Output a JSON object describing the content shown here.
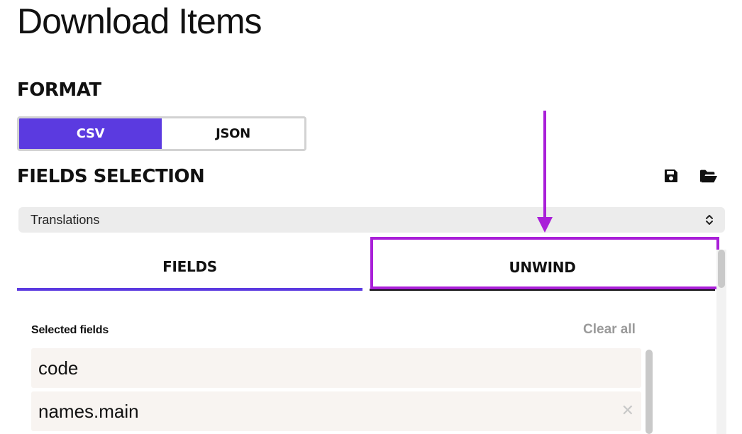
{
  "page": {
    "title": "Download Items"
  },
  "format": {
    "title": "FORMAT",
    "options": [
      {
        "label": "CSV",
        "selected": true
      },
      {
        "label": "JSON",
        "selected": false
      }
    ]
  },
  "fields_selection": {
    "title": "FIELDS SELECTION",
    "save_icon": "save-icon",
    "open_icon": "folder-open-icon",
    "preset": {
      "value": "Translations"
    },
    "tabs": [
      {
        "label": "FIELDS",
        "active": true
      },
      {
        "label": "UNWIND",
        "active": false
      }
    ],
    "selected_label": "Selected fields",
    "clear_all_label": "Clear all",
    "selected_fields": [
      {
        "label": "code"
      },
      {
        "label": "names.main"
      }
    ]
  },
  "annotation": {
    "highlight_color": "#a91fd8"
  },
  "colors": {
    "accent": "#5b3ae0"
  }
}
